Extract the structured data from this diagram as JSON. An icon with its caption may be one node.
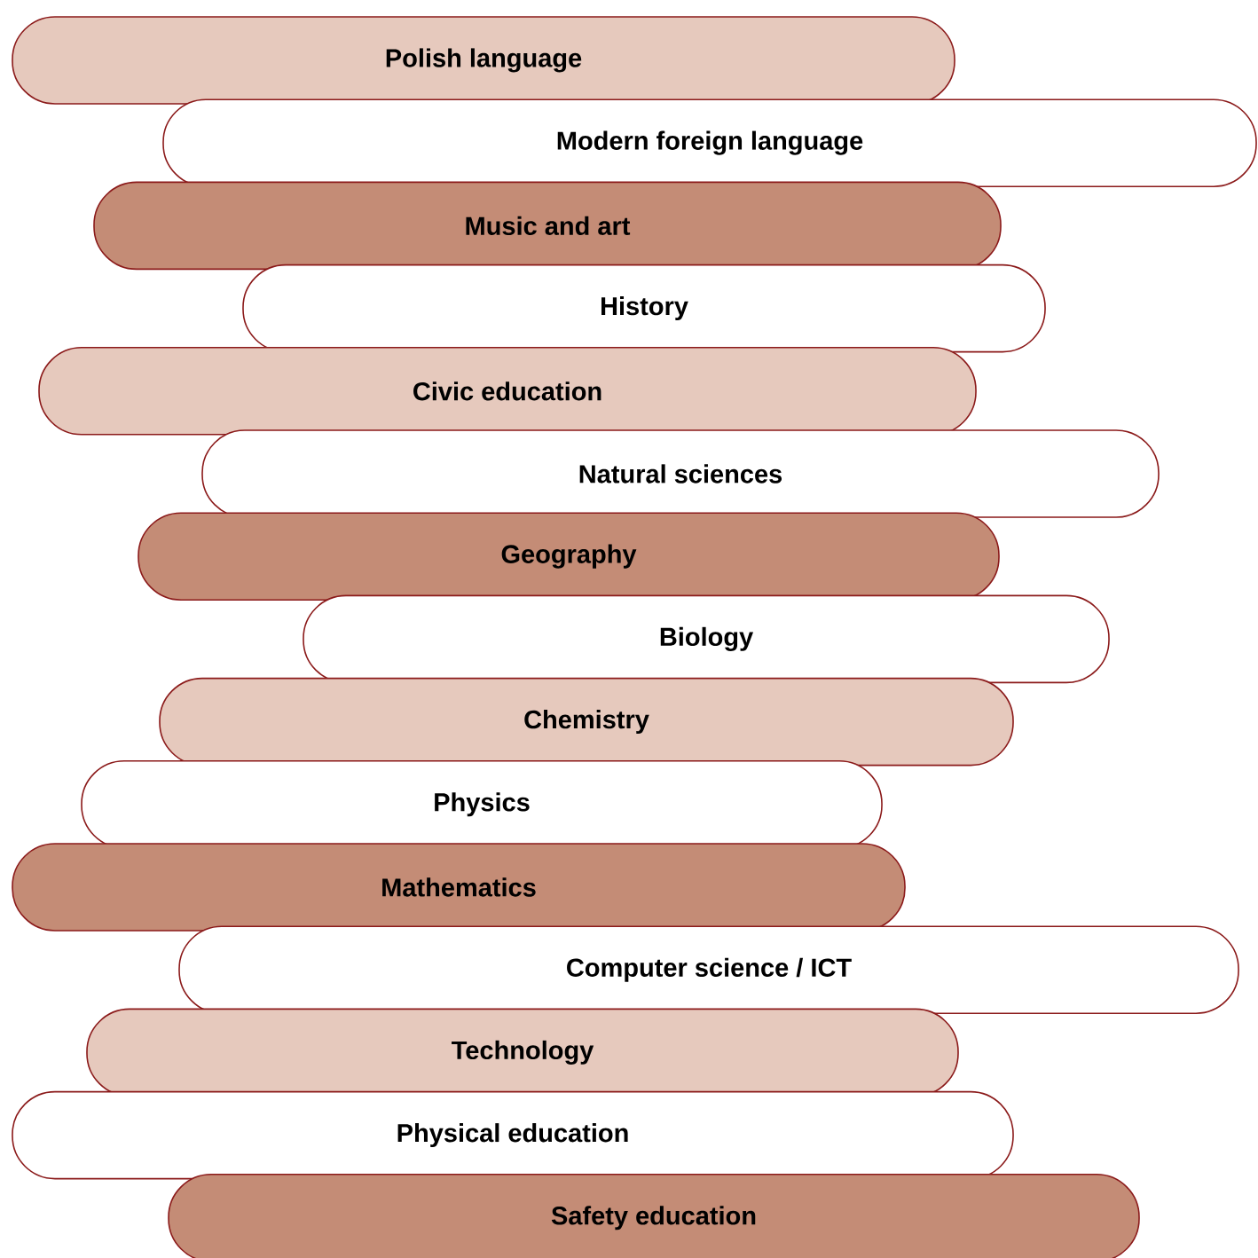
{
  "diagram": {
    "nodes": [
      {
        "text": [
          "Polish language"
        ]
      },
      {
        "text": [
          "Modern foreign language"
        ]
      },
      {
        "text": [
          "Music and art"
        ]
      },
      {
        "text": [
          "History"
        ]
      },
      {
        "text": [
          "Civic education"
        ]
      },
      {
        "text": [
          "Natural sciences"
        ]
      },
      {
        "text": [
          "Geography"
        ]
      },
      {
        "text": [
          "Biology"
        ]
      },
      {
        "text": [
          "Chemistry"
        ]
      },
      {
        "text": [
          "Physics"
        ]
      },
      {
        "text": [
          "Mathematics"
        ]
      },
      {
        "text": [
          "Computer science / ICT"
        ]
      },
      {
        "text": [
          "Technology"
        ]
      },
      {
        "text": [
          "Physical education"
        ]
      },
      {
        "text": [
          "Safety education"
        ]
      }
    ]
  }
}
